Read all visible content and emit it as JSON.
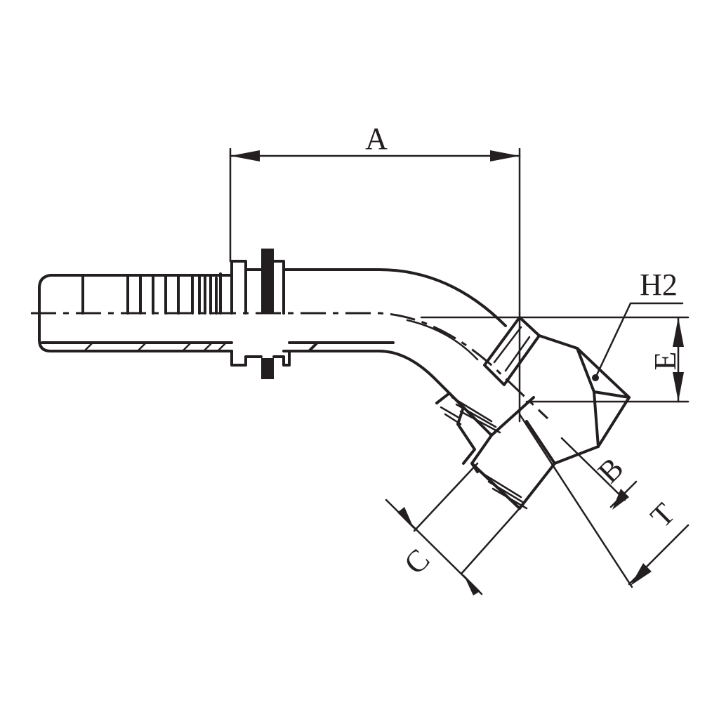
{
  "labels": {
    "a": "A",
    "b": "B",
    "c": "C",
    "e": "E",
    "t": "T",
    "h2": "H2"
  },
  "colors": {
    "line": "#231f20",
    "background": "#ffffff"
  }
}
